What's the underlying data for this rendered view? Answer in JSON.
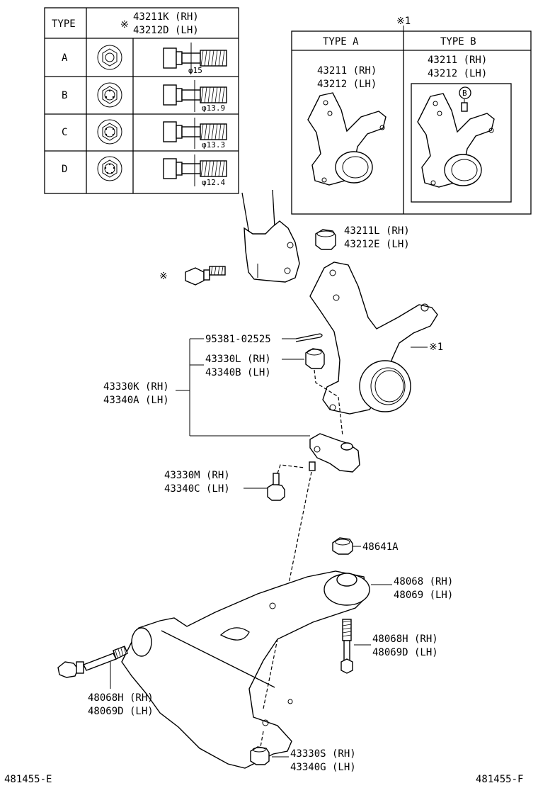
{
  "bolt_table": {
    "header_type": "TYPE",
    "header_mark": "※",
    "header_part_rh": "43211K (RH)",
    "header_part_lh": "43212D (LH)",
    "rows": [
      {
        "type": "A",
        "diameter": "φ15"
      },
      {
        "type": "B",
        "diameter": "φ13.9"
      },
      {
        "type": "C",
        "diameter": "φ13.3"
      },
      {
        "type": "D",
        "diameter": "φ12.4"
      }
    ]
  },
  "knuckle_table": {
    "mark": "※1",
    "type_a": "TYPE  A",
    "type_b": "TYPE  B",
    "a_rh": "43211 (RH)",
    "a_lh": "43212 (LH)",
    "b_rh": "43211 (RH)",
    "b_lh": "43212 (LH)",
    "b_callout": "B"
  },
  "labels": {
    "nut_top_rh": "43211L (RH)",
    "nut_top_lh": "43212E (LH)",
    "bolt_mark": "※",
    "knuckle_mark": "※1",
    "cotter_pin": "95381-02525",
    "castle_nut_rh": "43330L (RH)",
    "castle_nut_lh": "43340B (LH)",
    "ball_joint_rh": "43330K (RH)",
    "ball_joint_lh": "43340A (LH)",
    "bj_bolt_rh": "43330M (RH)",
    "bj_bolt_lh": "43340C (LH)",
    "nut_48641": "48641A",
    "bushing_rh": "48068 (RH)",
    "bushing_lh": "48069 (LH)",
    "bolt_right_rh": "48068H (RH)",
    "bolt_right_lh": "48069D (LH)",
    "bolt_left_rh": "48068H (RH)",
    "bolt_left_lh": "48069D (LH)",
    "nut_bottom_rh": "43330S (RH)",
    "nut_bottom_lh": "43340G (LH)",
    "footer_left": "481455-E",
    "footer_right": "481455-F"
  }
}
